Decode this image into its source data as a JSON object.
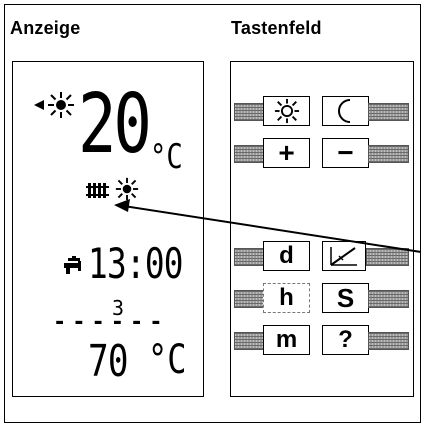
{
  "titles": {
    "display": "Anzeige",
    "keypad": "Tastenfeld"
  },
  "display": {
    "temperature": "20",
    "temperature_unit": "°C",
    "time": "13:00",
    "program_number": "3",
    "program_dashes": "------",
    "water_temperature": "70",
    "water_unit": "°C"
  },
  "keypad": {
    "row3": {
      "left": "d"
    },
    "row4": {
      "left": "h",
      "right": "S"
    },
    "row5": {
      "left": "m",
      "right": "?"
    },
    "row2": {
      "left": "+",
      "right": "−"
    }
  },
  "icons": [
    "sun-icon",
    "moon-icon",
    "radiator-icon",
    "tap-icon",
    "curve-icon",
    "triangle-icon"
  ]
}
